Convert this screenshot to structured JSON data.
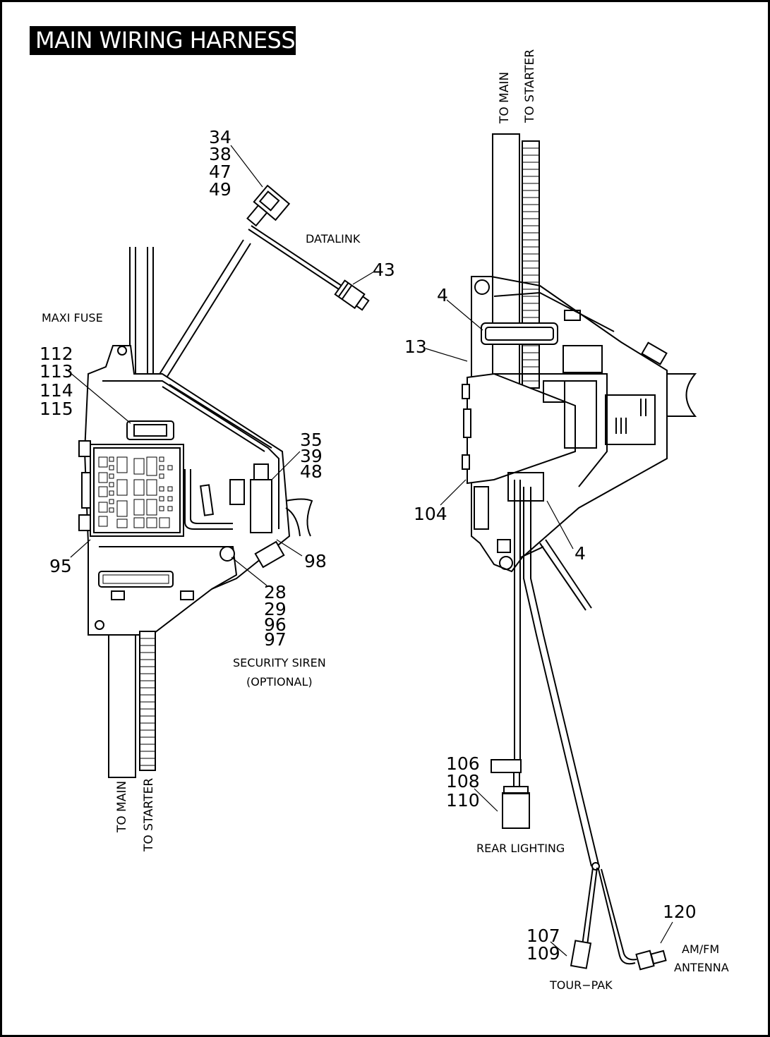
{
  "title": "MAIN WIRING HARNESS",
  "left_view": {
    "callouts": {
      "c34_49": [
        "34",
        "38",
        "47",
        "49"
      ],
      "c43": "43",
      "c112_115": [
        "112",
        "113",
        "114",
        "115"
      ],
      "c35_48": [
        "35",
        "39",
        "48"
      ],
      "c95": "95",
      "c98": "98",
      "c28_97": [
        "28",
        "29",
        "96",
        "97"
      ]
    },
    "labels": {
      "datalink": "DATALINK",
      "maxi_fuse": "MAXI FUSE",
      "security_siren": "SECURITY SIREN",
      "optional": "(OPTIONAL)",
      "to_main": "TO MAIN",
      "to_starter": "TO STARTER"
    }
  },
  "right_view": {
    "callouts": {
      "c4_top": "4",
      "c13": "13",
      "c104": "104",
      "c4_bottom": "4",
      "c106_110": [
        "106",
        "108",
        "110"
      ],
      "c107_109": [
        "107",
        "109"
      ],
      "c120": "120"
    },
    "labels": {
      "to_main": "TO MAIN",
      "to_starter": "TO  STARTER",
      "rear_lighting": "REAR LIGHTING",
      "tour_pak": "TOUR−PAK",
      "am_fm": "AM/FM",
      "antenna": "ANTENNA"
    }
  }
}
